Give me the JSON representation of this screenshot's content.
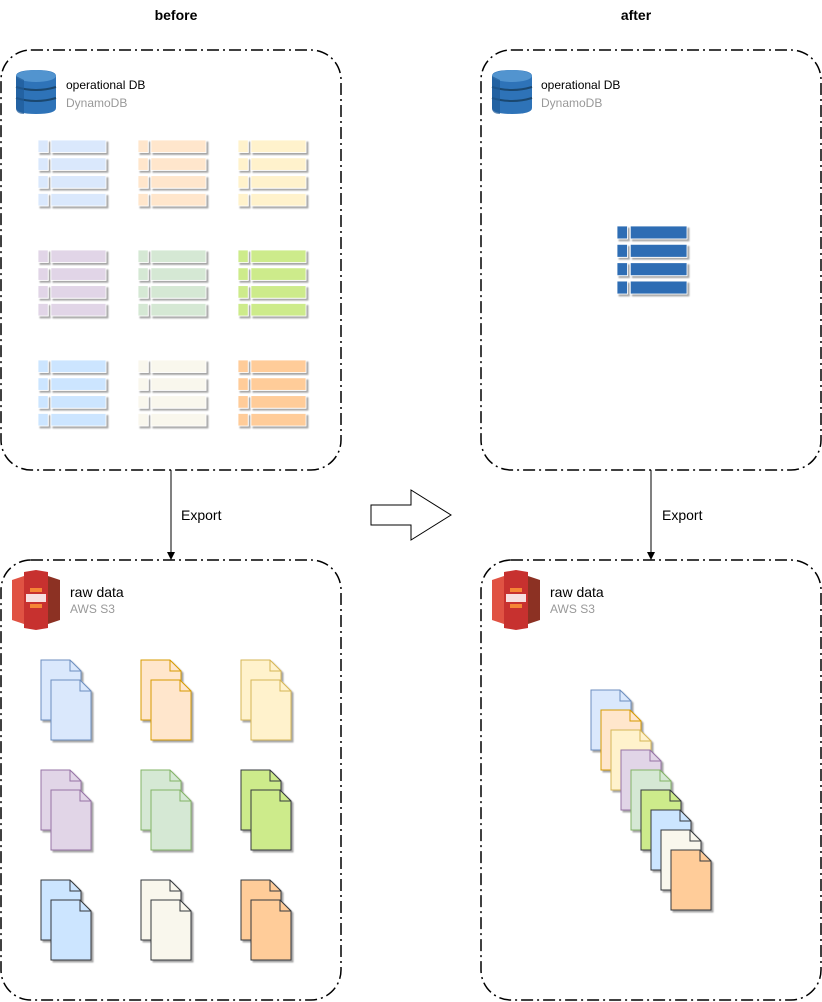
{
  "headings": {
    "left": "before",
    "right": "after"
  },
  "before": {
    "db_container": {
      "title": "operational DB",
      "subtitle": "DynamoDB",
      "icon": "dynamodb-icon"
    },
    "export_label": "Export",
    "s3_container": {
      "title": "raw data",
      "subtitle": "AWS S3",
      "icon": "aws-s3-icon"
    },
    "tables": [
      {
        "fill": "#dae8fc",
        "stroke": "#6c8ebf"
      },
      {
        "fill": "#ffe6cc",
        "stroke": "#d79b00"
      },
      {
        "fill": "#fff2cc",
        "stroke": "#d6b656"
      },
      {
        "fill": "#e1d5e7",
        "stroke": "#9673a6"
      },
      {
        "fill": "#d5e8d4",
        "stroke": "#82b366"
      },
      {
        "fill": "#cdeb8b",
        "stroke": "#36393d"
      },
      {
        "fill": "#cce5ff",
        "stroke": "#36393d"
      },
      {
        "fill": "#f9f7ed",
        "stroke": "#36393d"
      },
      {
        "fill": "#ffcc99",
        "stroke": "#36393d"
      }
    ],
    "files": [
      {
        "fill": "#dae8fc",
        "stroke": "#6c8ebf"
      },
      {
        "fill": "#ffe6cc",
        "stroke": "#d79b00"
      },
      {
        "fill": "#fff2cc",
        "stroke": "#d6b656"
      },
      {
        "fill": "#e1d5e7",
        "stroke": "#9673a6"
      },
      {
        "fill": "#d5e8d4",
        "stroke": "#82b366"
      },
      {
        "fill": "#cdeb8b",
        "stroke": "#36393d"
      },
      {
        "fill": "#cce5ff",
        "stroke": "#36393d"
      },
      {
        "fill": "#f9f7ed",
        "stroke": "#36393d"
      },
      {
        "fill": "#ffcc99",
        "stroke": "#36393d"
      }
    ]
  },
  "after": {
    "db_container": {
      "title": "operational DB",
      "subtitle": "DynamoDB",
      "icon": "dynamodb-icon"
    },
    "single_table": {
      "fill": "#2d6db4",
      "stroke": "#ffffff"
    },
    "export_label": "Export",
    "s3_container": {
      "title": "raw data",
      "subtitle": "AWS S3",
      "icon": "aws-s3-icon"
    },
    "file_stack": [
      {
        "fill": "#dae8fc",
        "stroke": "#6c8ebf"
      },
      {
        "fill": "#ffe6cc",
        "stroke": "#d79b00"
      },
      {
        "fill": "#fff2cc",
        "stroke": "#d6b656"
      },
      {
        "fill": "#e1d5e7",
        "stroke": "#9673a6"
      },
      {
        "fill": "#d5e8d4",
        "stroke": "#82b366"
      },
      {
        "fill": "#cdeb8b",
        "stroke": "#36393d"
      },
      {
        "fill": "#cce5ff",
        "stroke": "#36393d"
      },
      {
        "fill": "#f9f7ed",
        "stroke": "#36393d"
      },
      {
        "fill": "#ffcc99",
        "stroke": "#36393d"
      }
    ]
  },
  "transition_arrow": {
    "icon": "right-arrow-icon"
  },
  "colors": {
    "border": "#000000",
    "subtitle": "#999999",
    "text": "#000000"
  }
}
